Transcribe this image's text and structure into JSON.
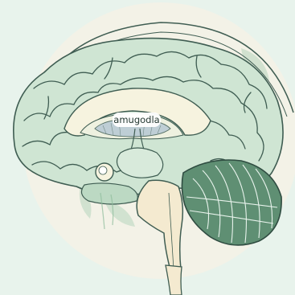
{
  "labels": {
    "amygdala": "amugodla"
  },
  "colors": {
    "background": "#e8f3ec",
    "backdrop_circle": "#f3f2e7",
    "brain_fill": "#cfe5d3",
    "gyri_fill": "#bcd9c3",
    "outline": "#3f5d52",
    "inner_cream": "#f6f3df",
    "brainstem": "#f4ead0",
    "cerebellum": "#5f8f73",
    "hippocampus": "#b6c8d4",
    "foliage": "#a9ceb3"
  },
  "icons": [
    "brain-sagittal-illustration",
    "leaf-foliage-decoration"
  ]
}
